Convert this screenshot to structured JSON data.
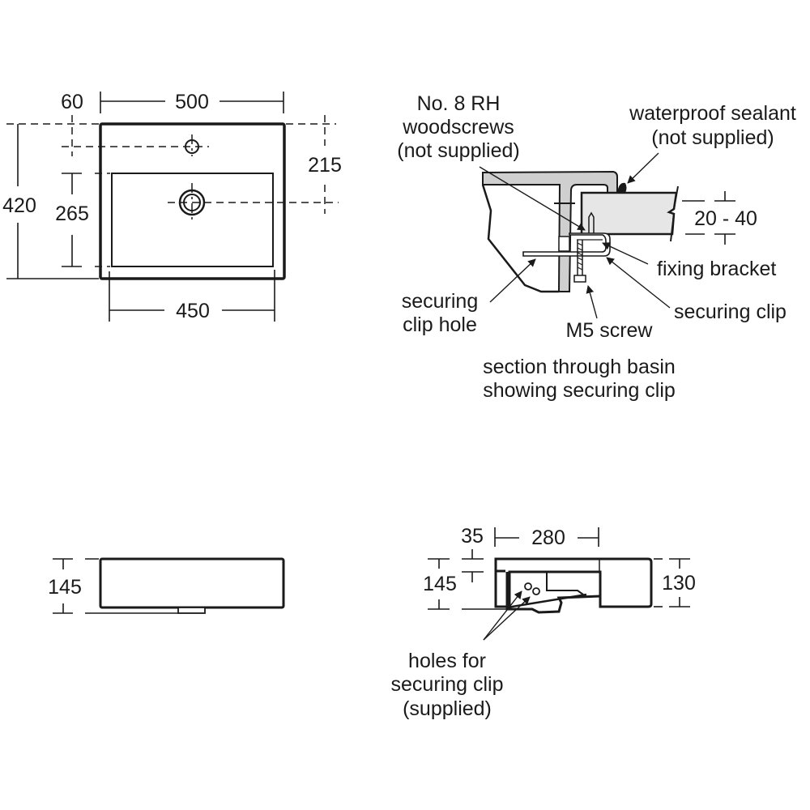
{
  "plan_view": {
    "dims": {
      "tap_offset": "60",
      "overall_width": "500",
      "overall_depth": "420",
      "bowl_depth": "265",
      "waste_offset": "215",
      "bowl_width": "450"
    }
  },
  "section_detail": {
    "labels": {
      "woodscrews": [
        "No. 8 RH",
        "woodscrews",
        "(not supplied)"
      ],
      "sealant": [
        "waterproof sealant",
        "(not supplied)"
      ],
      "worktop_thickness": "20 - 40",
      "fixing_bracket": "fixing bracket",
      "securing_clip": "securing clip",
      "securing_clip_hole": [
        "securing",
        "clip hole"
      ],
      "m5_screw": "M5 screw"
    },
    "caption": [
      "section through basin",
      "showing securing clip"
    ]
  },
  "front_elevation": {
    "dims": {
      "height": "145"
    }
  },
  "side_elevation": {
    "dims": {
      "lip": "35",
      "projection": "280",
      "overall_height": "145",
      "front_height": "130"
    },
    "labels": {
      "holes": [
        "holes for",
        "securing clip",
        "(supplied)"
      ]
    }
  },
  "colors": {
    "line": "#1a1a1a",
    "section_fill": "#cfcfcf",
    "worktop_fill": "#e6e6e6"
  }
}
